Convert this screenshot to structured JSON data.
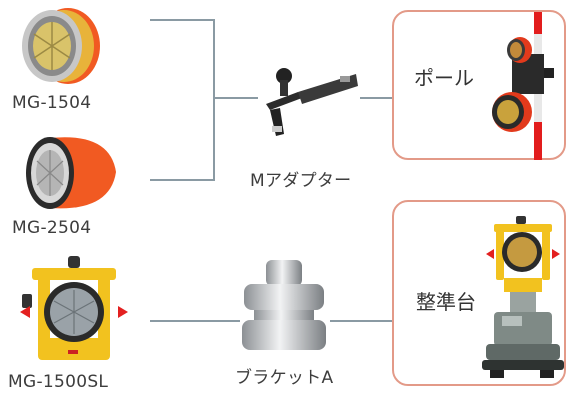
{
  "products": {
    "mg1504": {
      "label": "MG-1504"
    },
    "mg2504": {
      "label": "MG-2504"
    },
    "mg1500sl": {
      "label": "MG-1500SL"
    }
  },
  "adapters": {
    "m_adapter": {
      "label": "Mアダプター"
    },
    "bracket_a": {
      "label": "ブラケットA"
    }
  },
  "targets": {
    "pole": {
      "label": "ポール"
    },
    "tribrach": {
      "label": "整準台"
    }
  },
  "colors": {
    "connector_line": "#8a9aa3",
    "box_border": "#e39a88",
    "prism_orange": "#f05a1e",
    "bracket_yellow": "#f2c21f"
  }
}
